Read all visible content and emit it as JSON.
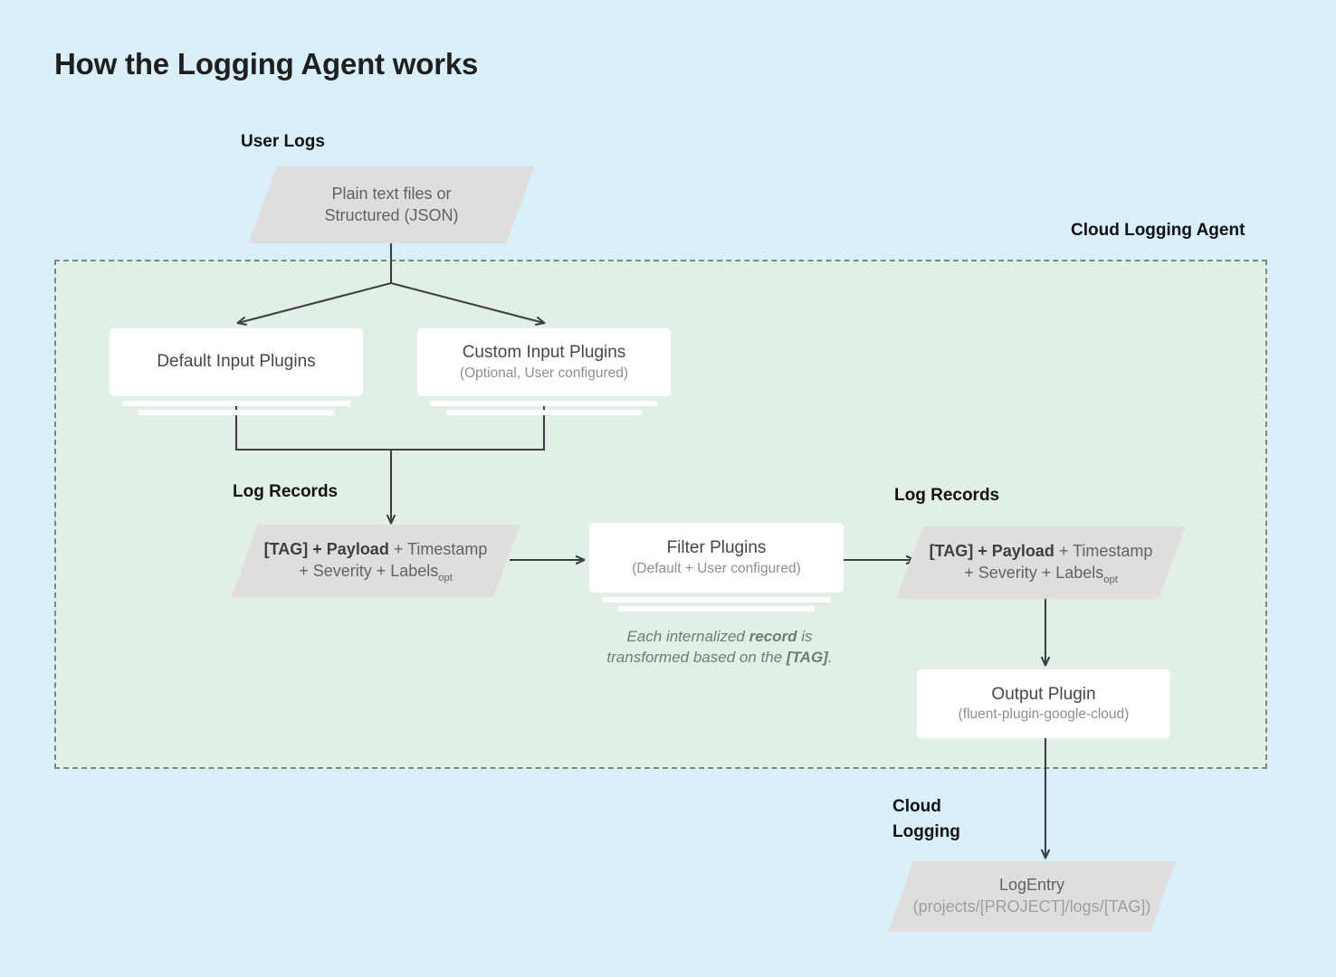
{
  "page": {
    "title": "How the Logging Agent works",
    "background_color": "#d9f0fc"
  },
  "labels": {
    "user_logs": "User Logs",
    "cloud_logging_agent": "Cloud Logging Agent",
    "log_records_left": "Log Records",
    "log_records_right": "Log Records",
    "cloud_logging_line1": "Cloud",
    "cloud_logging_line2": "Logging"
  },
  "colors": {
    "background": "#d9f0fc",
    "agent_region": "#e2efe6",
    "agent_border": "#7b8a80",
    "parallelogram": "#e0dedc",
    "card": "#ffffff",
    "arrow": "#3c4043",
    "text_dark": "#1f1f1f",
    "text_muted": "#8a8f94"
  },
  "nodes": {
    "user_logs_source": {
      "shape": "parallelogram",
      "line1": "Plain text files or",
      "line2": "Structured (JSON)"
    },
    "default_input_plugins": {
      "shape": "stacked-card",
      "title": "Default Input Plugins",
      "subtitle": ""
    },
    "custom_input_plugins": {
      "shape": "stacked-card",
      "title": "Custom Input Plugins",
      "subtitle": "(Optional, User configured)"
    },
    "log_record_left": {
      "shape": "parallelogram",
      "line1_bold": "[TAG] + Payload",
      "line1_rest": " + Timestamp",
      "line2": "+ Severity + Labels",
      "line2_sub": "opt"
    },
    "filter_plugins": {
      "shape": "stacked-card",
      "title": "Filter Plugins",
      "subtitle": "(Default + User configured)"
    },
    "log_record_right": {
      "shape": "parallelogram",
      "line1_bold": "[TAG] + Payload",
      "line1_rest": " + Timestamp",
      "line2": "+ Severity + Labels",
      "line2_sub": "opt"
    },
    "output_plugin": {
      "shape": "card",
      "title": "Output Plugin",
      "subtitle": "(fluent-plugin-google-cloud)"
    },
    "log_entry": {
      "shape": "parallelogram",
      "line1": "LogEntry",
      "line2": "(projects/[PROJECT]/logs/[TAG])"
    }
  },
  "caption": {
    "part1": "Each internalized ",
    "bold1": "record",
    "part2": " is",
    "part3": "transformed based on the ",
    "bold2": "[TAG]",
    "part4": "."
  }
}
